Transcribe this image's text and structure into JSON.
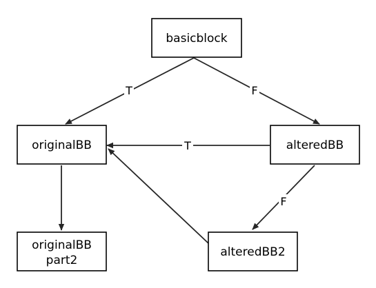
{
  "nodes": {
    "basicblock": {
      "label": "basicblock"
    },
    "originalbb": {
      "label": "originalBB"
    },
    "alteredbb": {
      "label": "alteredBB"
    },
    "originalbb_part2": {
      "line1": "originalBB",
      "line2": "part2"
    },
    "alteredbb2": {
      "label": "alteredBB2"
    }
  },
  "edges": {
    "basicblock_to_originalbb": {
      "label": "T"
    },
    "basicblock_to_alteredbb": {
      "label": "F"
    },
    "alteredbb_to_originalbb": {
      "label": "T"
    },
    "alteredbb_to_alteredbb2": {
      "label": "F"
    },
    "originalbb_to_part2": {
      "label": ""
    },
    "alteredbb2_to_originalbb": {
      "label": ""
    }
  },
  "colors": {
    "edge": "#262626",
    "node_border": "#000000",
    "background": "#ffffff"
  }
}
